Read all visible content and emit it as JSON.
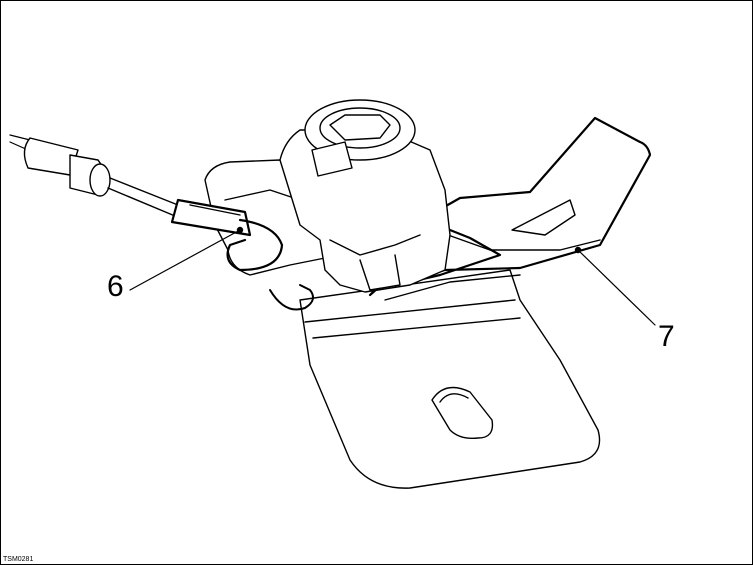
{
  "labels": {
    "callout_6": "6",
    "callout_7": "7"
  },
  "figure_code": "TSM0281",
  "colors": {
    "ink": "#000000",
    "paper": "#ffffff"
  }
}
